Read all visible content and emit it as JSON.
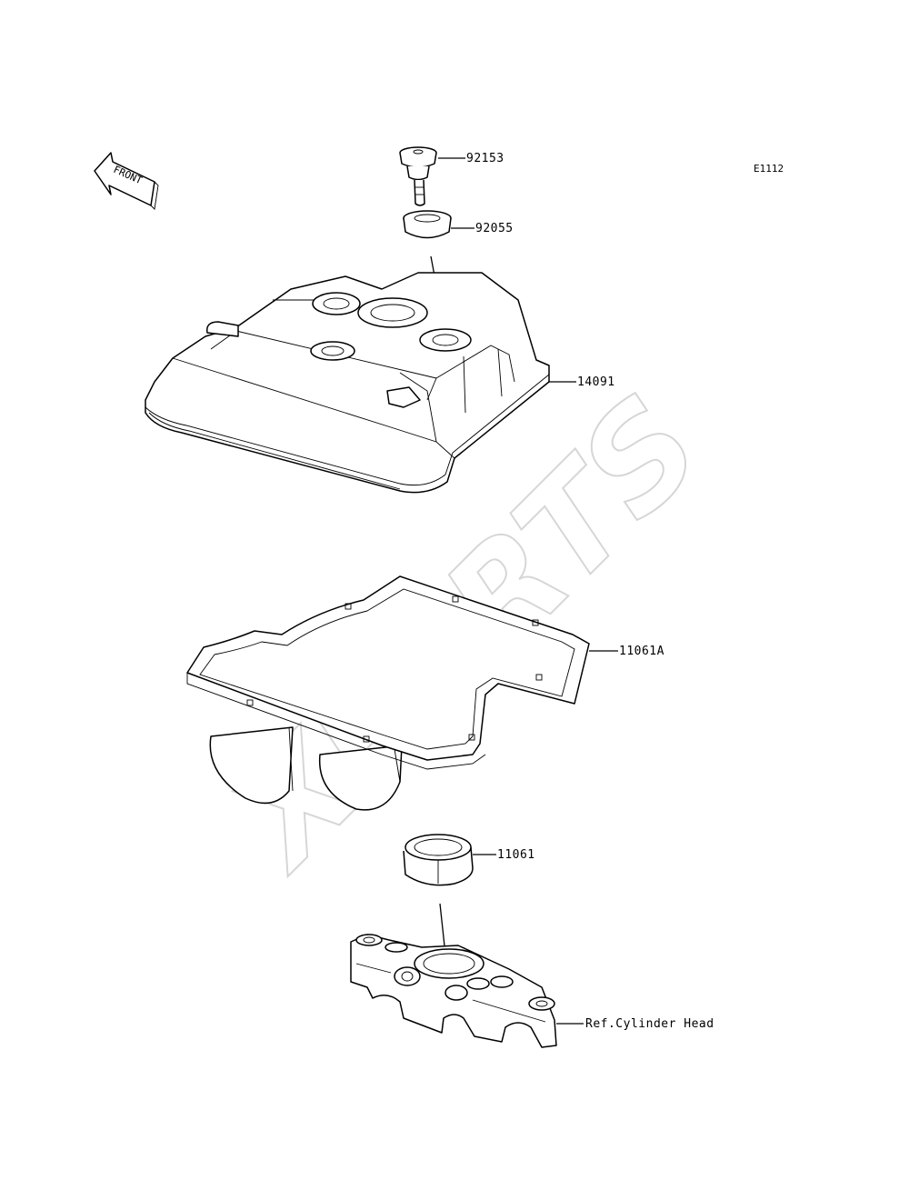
{
  "diagram": {
    "code": "E1112",
    "front_label": "FRONT",
    "watermark": "XPARTS",
    "parts": [
      {
        "id": "92153",
        "label": "92153"
      },
      {
        "id": "92055",
        "label": "92055"
      },
      {
        "id": "14091",
        "label": "14091"
      },
      {
        "id": "11061A",
        "label": "11061A"
      },
      {
        "id": "11061",
        "label": "11061"
      },
      {
        "id": "ref-cylinder-head",
        "label": "Ref.Cylinder Head"
      }
    ]
  }
}
